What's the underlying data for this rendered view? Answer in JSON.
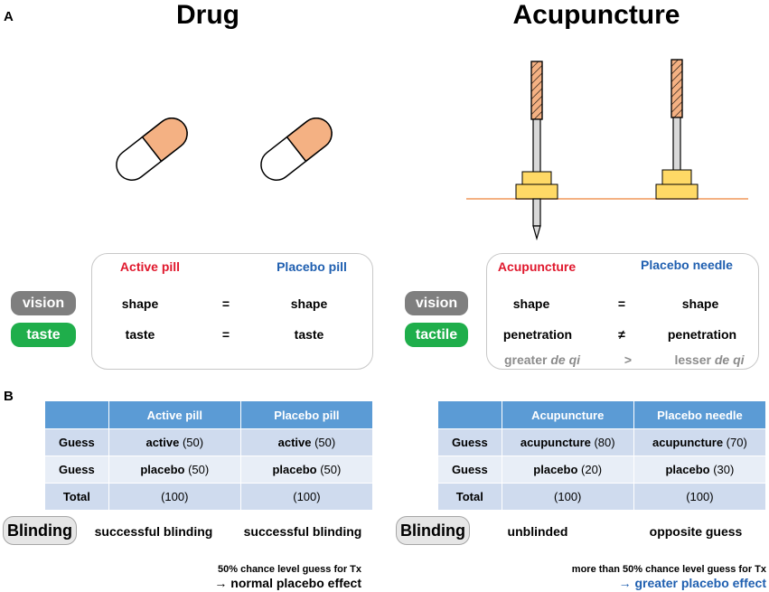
{
  "panel_a": "A",
  "panel_b": "B",
  "drug": {
    "title": "Drug",
    "active_label": "Active pill",
    "placebo_label": "Placebo pill",
    "rows": [
      {
        "sense": "vision",
        "left": "shape",
        "op": "=",
        "right": "shape"
      },
      {
        "sense": "taste",
        "left": "taste",
        "op": "=",
        "right": "taste"
      }
    ],
    "table": {
      "headers": [
        "",
        "Active pill",
        "Placebo pill"
      ],
      "rows": [
        {
          "label": "Guess",
          "c1_word": "active",
          "c1_num": " (50)",
          "c2_word": "active",
          "c2_num": " (50)"
        },
        {
          "label": "Guess",
          "c1_word": "placebo",
          "c1_num": " (50)",
          "c2_word": "placebo",
          "c2_num": " (50)"
        },
        {
          "label": "Total",
          "c1_word": "",
          "c1_num": "(100)",
          "c2_word": "",
          "c2_num": "(100)"
        }
      ]
    },
    "blinding": "Blinding",
    "blind_left": "successful blinding",
    "blind_right": "successful blinding",
    "note_small": "50% chance level guess for Tx",
    "note_big": "→ normal placebo effect"
  },
  "acu": {
    "title": "Acupuncture",
    "active_label": "Acupuncture",
    "placebo_label": "Placebo needle",
    "rows": [
      {
        "sense": "vision",
        "left": "shape",
        "op": "=",
        "right": "shape"
      },
      {
        "sense": "tactile",
        "left": "penetration",
        "op": "≠",
        "right": "penetration"
      }
    ],
    "deqi": {
      "left_a": "greater ",
      "left_b": "de qi",
      "op": ">",
      "right_a": "lesser ",
      "right_b": "de qi"
    },
    "table": {
      "headers": [
        "",
        "Acupuncture",
        "Placebo needle"
      ],
      "rows": [
        {
          "label": "Guess",
          "c1_word": "acupuncture",
          "c1_num": " (80)",
          "c2_word": "acupuncture",
          "c2_num": " (70)"
        },
        {
          "label": "Guess",
          "c1_word": "placebo",
          "c1_num": " (20)",
          "c2_word": "placebo",
          "c2_num": " (30)"
        },
        {
          "label": "Total",
          "c1_word": "",
          "c1_num": "(100)",
          "c2_word": "",
          "c2_num": "(100)"
        }
      ]
    },
    "blinding": "Blinding",
    "blind_left": "unblinded",
    "blind_right": "opposite guess",
    "note_small": "more than 50% chance level guess for Tx",
    "note_big": "→ greater placebo effect"
  },
  "colors": {
    "pill_cap": "#f4b183",
    "needle_handle": "#f4b183",
    "needle_base": "#ffd966",
    "skin_line": "#f4b183",
    "active_red": "#e0182d",
    "placebo_blue": "#1f5fb0",
    "header_blue": "#5b9bd5"
  }
}
